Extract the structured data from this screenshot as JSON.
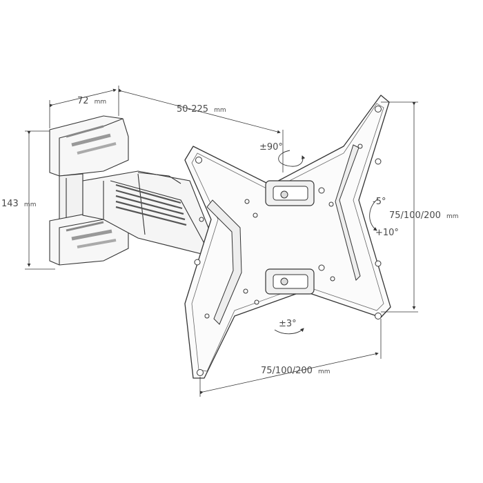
{
  "dimensions": {
    "arm_depth": {
      "value": "72",
      "unit": "mm"
    },
    "extension": {
      "value": "50-225",
      "unit": "mm"
    },
    "wall_plate_height": {
      "value": "143",
      "unit": "mm"
    },
    "vesa_vertical": {
      "value": "75/100/200",
      "unit": "mm"
    },
    "vesa_horizontal": {
      "value": "75/100/200",
      "unit": "mm"
    }
  },
  "angles": {
    "swivel": "±90°",
    "tilt_up": "-5°",
    "tilt_down": "+10°",
    "rotation": "±3°"
  }
}
